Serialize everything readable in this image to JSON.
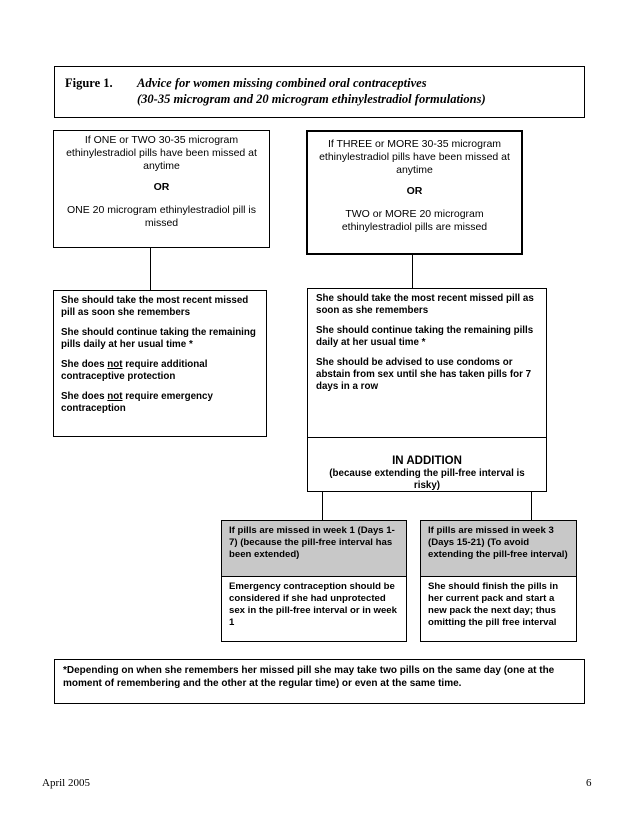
{
  "figure": {
    "label": "Figure 1.",
    "title_line1": "Advice for women missing combined oral contraceptives",
    "title_line2": "(30-35 microgram and 20 microgram ethinylestradiol formulations)"
  },
  "left_condition": {
    "line1": "If ONE or TWO 30-35 microgram ethinylestradiol pills have been missed at anytime",
    "or": "OR",
    "line2": "ONE 20 microgram ethinylestradiol pill is missed"
  },
  "right_condition": {
    "line1": "If THREE or MORE 30-35 microgram ethinylestradiol pills have been missed at anytime",
    "or": "OR",
    "line2": "TWO or MORE 20 microgram ethinylestradiol pills are missed"
  },
  "left_advice": {
    "p1": "She should take the most recent missed pill as soon she remembers",
    "p2": "She should continue taking the remaining pills daily at her usual time *",
    "p3_pre": "She does ",
    "p3_emph": "not",
    "p3_post": " require additional contraceptive protection",
    "p4_pre": "She does ",
    "p4_emph": "not",
    "p4_post": " require emergency contraception"
  },
  "right_advice": {
    "p1": "She should take the most recent missed pill as soon as she remembers",
    "p2": "She should continue taking the remaining pills daily at her usual time *",
    "p3": "She should be advised to use condoms or abstain from sex until she has taken pills for 7 days in a row",
    "addition_title": "IN ADDITION",
    "addition_sub": "(because extending the pill-free interval is risky)"
  },
  "week1": {
    "header": "If pills are missed in week 1 (Days 1-7) (because the pill-free interval has been extended)",
    "body": "Emergency contraception should be considered if she had unprotected sex in the pill-free interval or in week 1"
  },
  "week3": {
    "header": "If pills are missed in week 3 (Days 15-21) (To avoid extending the pill-free interval)",
    "body": "She should finish the pills in her current pack and start a new pack the next day; thus omitting the pill free interval"
  },
  "footnote": "*Depending on when she remembers her missed pill she may take two pills on the same day (one at the moment of remembering and the other at the regular time) or even at the same time.",
  "footer": {
    "date": "April 2005",
    "page": "6"
  }
}
